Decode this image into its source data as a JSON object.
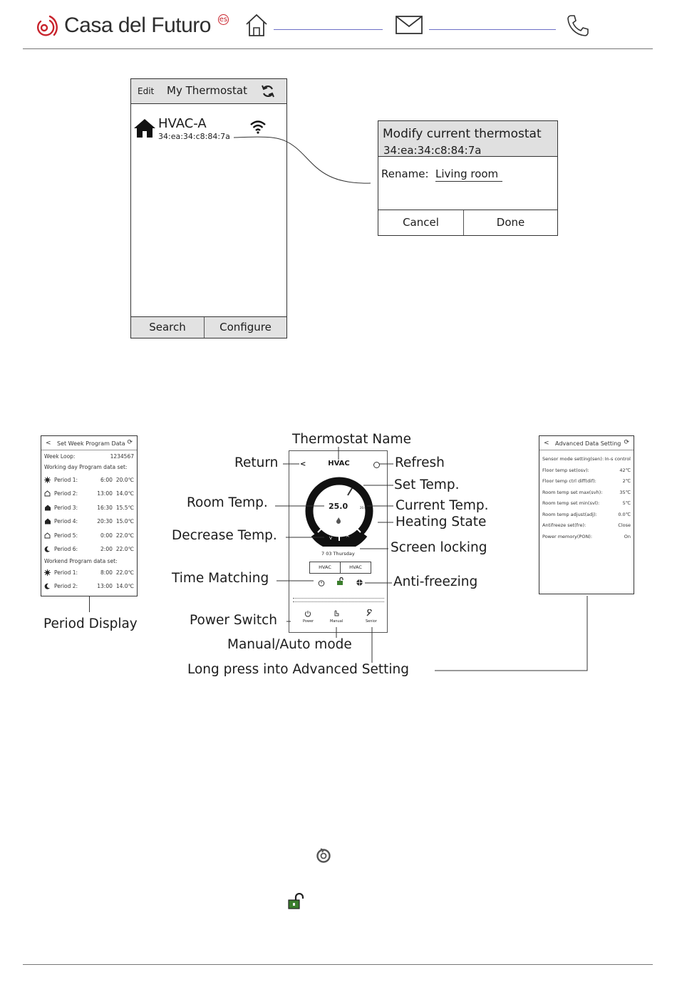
{
  "header": {
    "brand": "Casa del Futuro",
    "reg_mark": "es"
  },
  "phone_list": {
    "edit": "Edit",
    "title": "My Thermostat",
    "device_name": "HVAC-A",
    "device_mac": "34:ea:34:c8:84:7a",
    "search": "Search",
    "configure": "Configure"
  },
  "dialog": {
    "title": "Modify current thermostat",
    "mac": "34:ea:34:c8:84:7a",
    "rename_label": "Rename:",
    "rename_value": "Living room",
    "cancel": "Cancel",
    "done": "Done"
  },
  "week_program": {
    "back": "<",
    "title": "Set Week Program Data",
    "week_loop_label": "Week Loop:",
    "week_loop_value": "1234567",
    "working_label": "Working day Program data set:",
    "working": [
      {
        "icon": "sun-icon",
        "label": "Period 1:",
        "time": "6:00",
        "temp": "20.0℃"
      },
      {
        "icon": "house-out-icon",
        "label": "Period 2:",
        "time": "13:00",
        "temp": "14.0℃"
      },
      {
        "icon": "house-in-icon",
        "label": "Period 3:",
        "time": "16:30",
        "temp": "15.5℃"
      },
      {
        "icon": "house-in-icon",
        "label": "Period 4:",
        "time": "20:30",
        "temp": "15.0℃"
      },
      {
        "icon": "house-out-icon",
        "label": "Period 5:",
        "time": "0:00",
        "temp": "22.0℃"
      },
      {
        "icon": "moon-icon",
        "label": "Period 6:",
        "time": "2:00",
        "temp": "22.0℃"
      }
    ],
    "weekend_label": "Workend Program data set:",
    "weekend": [
      {
        "icon": "sun-icon",
        "label": "Period 1:",
        "time": "8:00",
        "temp": "22.0℃"
      },
      {
        "icon": "moon-icon",
        "label": "Period 2:",
        "time": "13:00",
        "temp": "14.0℃"
      }
    ]
  },
  "advanced": {
    "back": "<",
    "title": "Advanced Data Setting",
    "rows": [
      {
        "label": "Sensor mode setting(sen):",
        "value": "In-s control"
      },
      {
        "label": "Floor temp set(osv):",
        "value": "42℃"
      },
      {
        "label": "Floor temp ctrl diff(dif):",
        "value": "2℃"
      },
      {
        "label": "Room temp set max(svh):",
        "value": "35℃"
      },
      {
        "label": "Room temp set min(svl):",
        "value": "5℃"
      },
      {
        "label": "Room temp adjust(adj):",
        "value": "0.0℃"
      },
      {
        "label": "Antifreeze set(fre):",
        "value": "Close"
      },
      {
        "label": "Power memory(PON):",
        "value": "On"
      }
    ]
  },
  "main_phone": {
    "back": "<",
    "name": "HVAC",
    "room_temp": "25.0",
    "date": "7  03  Thursday",
    "btn1": "HVAC",
    "btn2": "HVAC",
    "power": "Power",
    "manual": "Manual",
    "senior": "Senior"
  },
  "labels": {
    "thermostat_name": "Thermostat Name",
    "return": "Return",
    "refresh": "Refresh",
    "set_temp": "Set Temp.",
    "room_temp": "Room Temp.",
    "current_temp": "Current Temp.",
    "heating_state": "Heating State",
    "decrease_temp": "Decrease Temp.",
    "screen_locking": "Screen locking",
    "time_matching": "Time Matching",
    "anti_freezing": "Anti-freezing",
    "power_switch": "Power Switch",
    "manual_auto": "Manual/Auto mode",
    "long_press": "Long press into Advanced Setting",
    "period_display": "Period Display"
  },
  "colors": {
    "brand_red": "#c8232c",
    "header_line": "#6c6fc7",
    "lock_green": "#3a7d2c"
  }
}
